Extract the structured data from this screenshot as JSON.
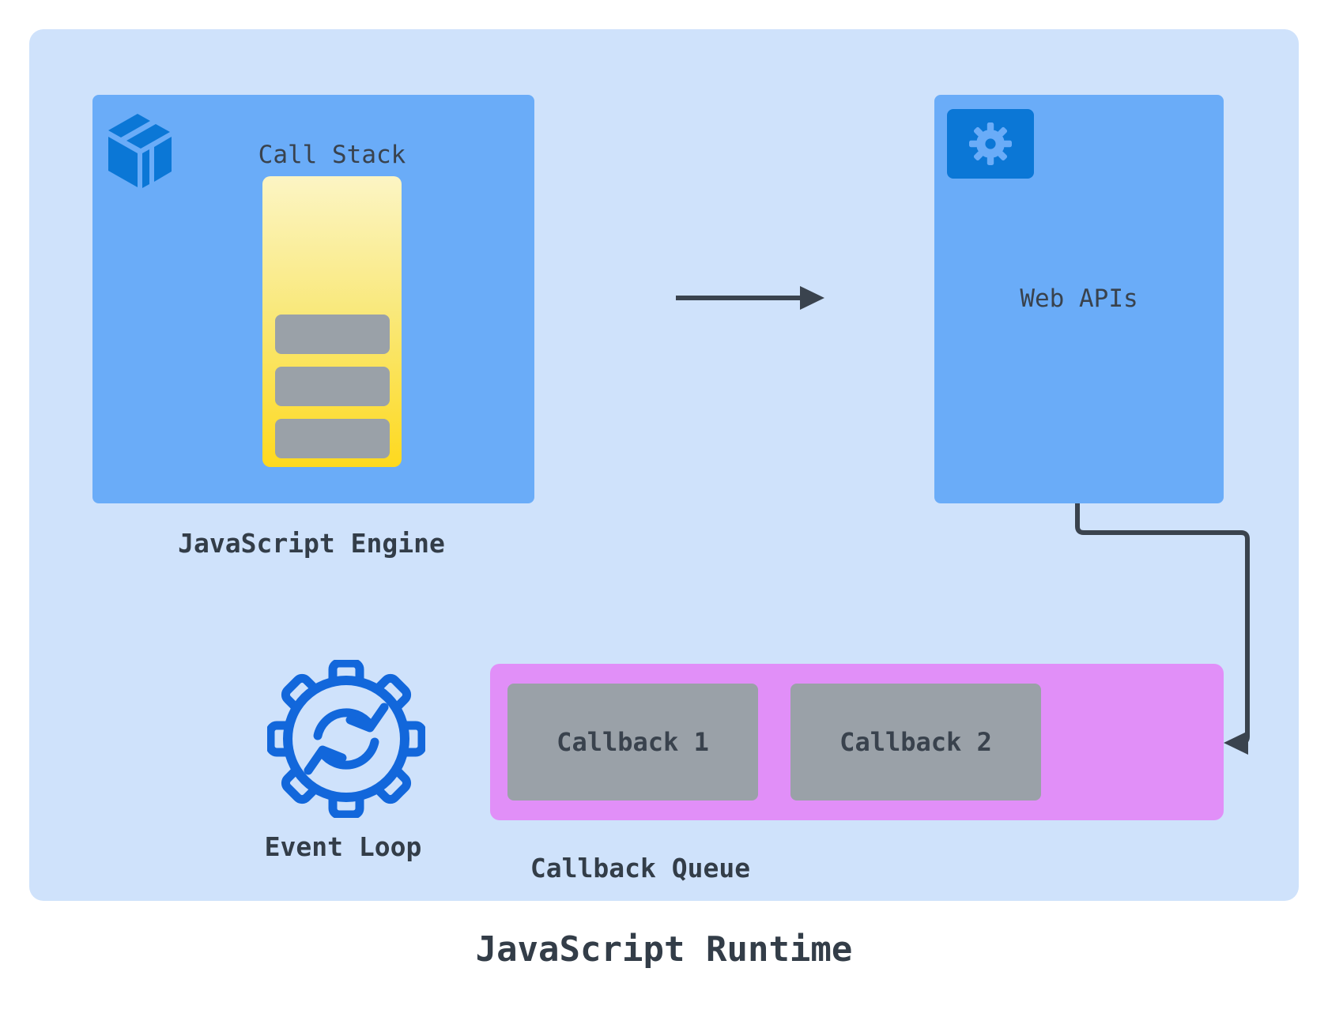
{
  "title": "JavaScript Runtime",
  "colors": {
    "container_bg": "#CFE2FB",
    "panel_blue": "#6AACF8",
    "icon_dark_blue": "#0B77D6",
    "event_loop_blue": "#1267DB",
    "queue_pink": "#E18FF8",
    "slot_gray": "#9AA1A8",
    "text_dark": "#333D48",
    "arrow_dark": "#3A434E",
    "stack_gradient_top": "#FCF5C4",
    "stack_gradient_bottom": "#FED91E"
  },
  "engine": {
    "label": "JavaScript Engine",
    "call_stack_label": "Call Stack",
    "stack_frames": 3
  },
  "web_apis": {
    "label": "Web APIs"
  },
  "event_loop": {
    "label": "Event Loop"
  },
  "callback_queue": {
    "label": "Callback Queue",
    "items": [
      {
        "label": "Callback 1"
      },
      {
        "label": "Callback 2"
      }
    ]
  }
}
